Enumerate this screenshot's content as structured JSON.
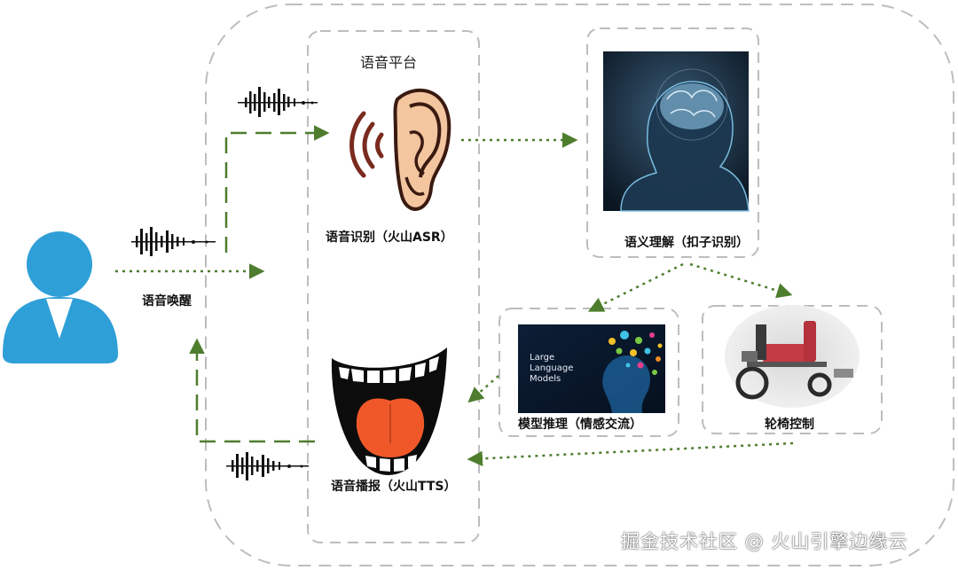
{
  "platform": {
    "title": "语音平台"
  },
  "nodes": {
    "asr": {
      "label": "语音识别（火山ASR）"
    },
    "nlu": {
      "label": "语义理解（扣子识别）"
    },
    "llm": {
      "label": "模型推理（情感交流）",
      "image_text": [
        "Large",
        "Language",
        "Models"
      ]
    },
    "wheelchair": {
      "label": "轮椅控制"
    },
    "tts": {
      "label": "语音播报（火山TTS）"
    },
    "wake": {
      "label": "语音唤醒"
    }
  },
  "watermark": "掘金技术社区 @ 火山引擎边缘云",
  "colors": {
    "arrow": "#4e7d2e",
    "border": "#bdbdbd",
    "person": "#2f9fd8"
  }
}
